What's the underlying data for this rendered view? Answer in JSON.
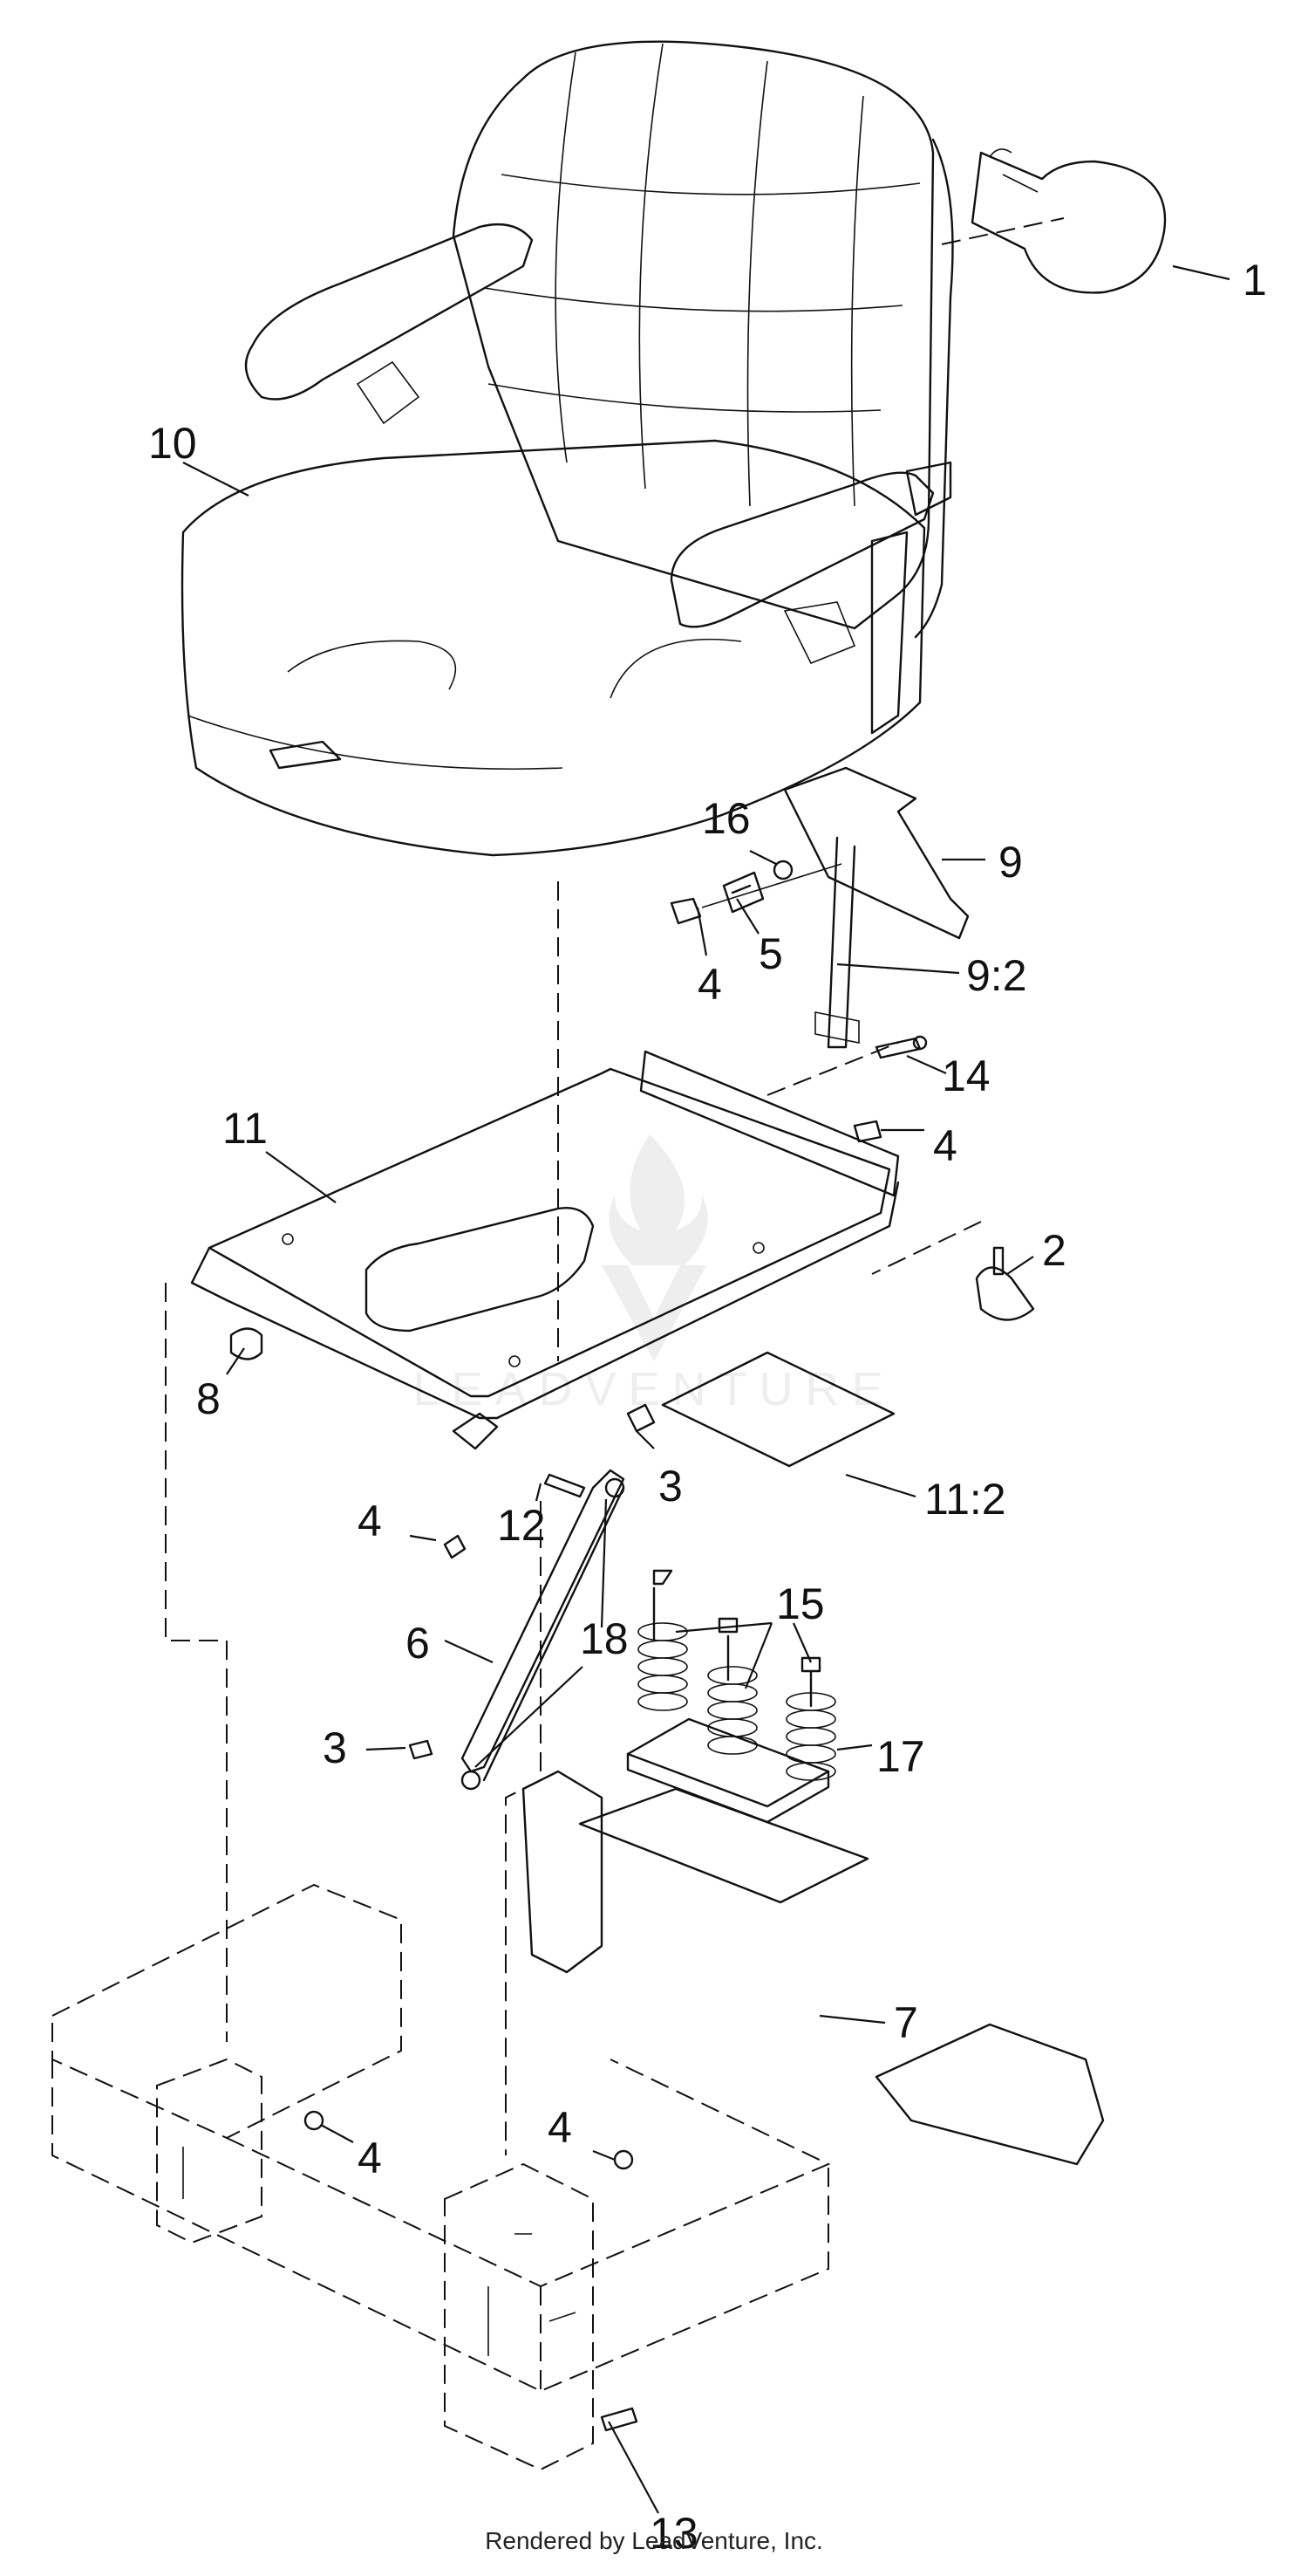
{
  "diagram": {
    "callouts": [
      "1",
      "2",
      "3",
      "3",
      "4",
      "4",
      "4",
      "4",
      "4",
      "5",
      "6",
      "7",
      "8",
      "9",
      "9:2",
      "10",
      "11",
      "11:2",
      "12",
      "13",
      "14",
      "15",
      "16",
      "17",
      "18"
    ],
    "watermark": "LEADVENTURE"
  },
  "footer": {
    "rendered_by": "Rendered by LeadVenture, Inc."
  }
}
